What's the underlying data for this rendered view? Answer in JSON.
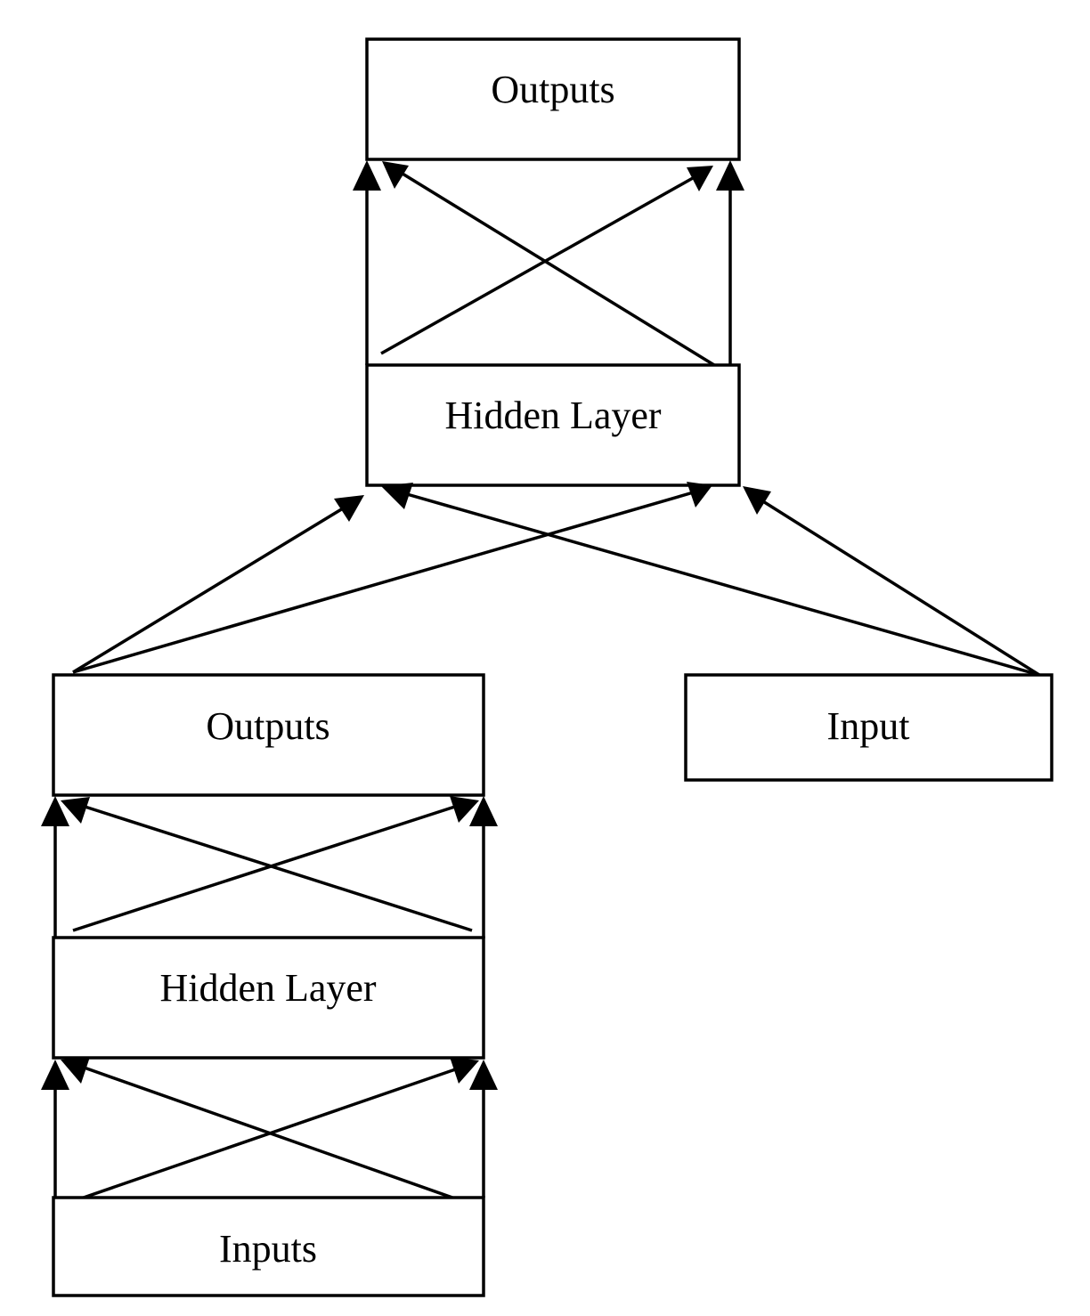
{
  "colors": {
    "stroke": "#000000",
    "background": "#ffffff"
  },
  "nodes": {
    "top_outputs": "Outputs",
    "top_hidden": "Hidden Layer",
    "left_outputs": "Outputs",
    "right_input": "Input",
    "left_hidden": "Hidden Layer",
    "left_inputs": "Inputs"
  }
}
